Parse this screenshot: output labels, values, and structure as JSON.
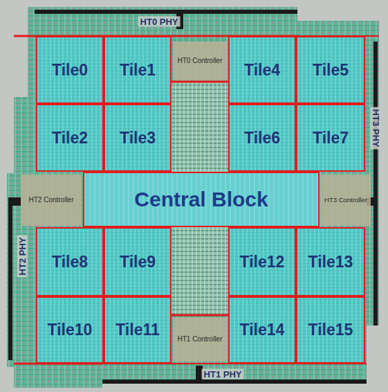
{
  "diagram": {
    "nodes": [
      {
        "text": [
          "Tile0"
        ]
      },
      {
        "text": [
          "Tile1"
        ]
      },
      {
        "text": [
          "HT0 Controller"
        ]
      },
      {
        "text": [
          "Tile4"
        ]
      },
      {
        "text": [
          "Tile5"
        ]
      },
      {
        "text": [
          "Tile2"
        ]
      },
      {
        "text": [
          "Tile3"
        ]
      },
      {
        "text": [
          "Tile6"
        ]
      },
      {
        "text": [
          "Tile7"
        ]
      },
      {
        "text": [
          "HT2 Controller"
        ]
      },
      {
        "text": [
          "Central Block"
        ]
      },
      {
        "text": [
          "HT3 Controller"
        ]
      },
      {
        "text": [
          "Tile8"
        ]
      },
      {
        "text": [
          "Tile9"
        ]
      },
      {
        "text": [
          "Tile12"
        ]
      },
      {
        "text": [
          "Tile13"
        ]
      },
      {
        "text": [
          "Tile10"
        ]
      },
      {
        "text": [
          "Tile11"
        ]
      },
      {
        "text": [
          "HT1 Controller"
        ]
      },
      {
        "text": [
          "Tile14"
        ]
      },
      {
        "text": [
          "Tile15"
        ]
      }
    ],
    "labels": [
      "HT0 PHY",
      "HT3 PHY",
      "HT2 PHY",
      "HT1 PHY"
    ]
  }
}
